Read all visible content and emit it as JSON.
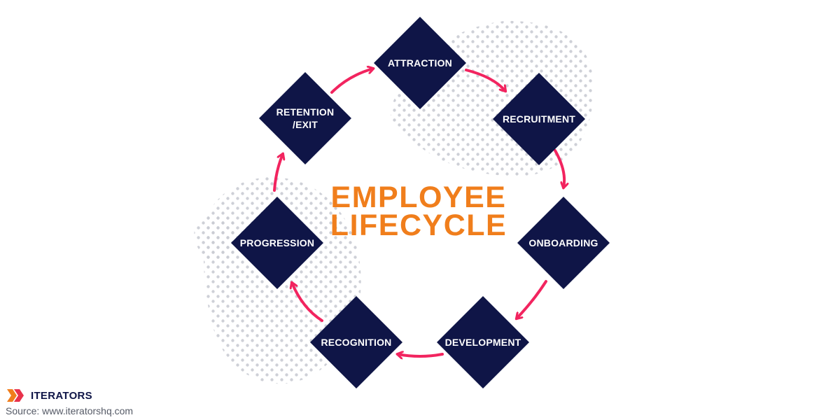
{
  "title": {
    "line1": "EMPLOYEE",
    "line2": "LIFECYCLE"
  },
  "nodes": [
    {
      "id": "attraction",
      "lines": [
        "ATTRACTION"
      ]
    },
    {
      "id": "recruitment",
      "lines": [
        "RECRUITMENT"
      ]
    },
    {
      "id": "onboarding",
      "lines": [
        "ONBOARDING"
      ]
    },
    {
      "id": "development",
      "lines": [
        "DEVELOPMENT"
      ]
    },
    {
      "id": "recognition",
      "lines": [
        "RECOGNITION"
      ]
    },
    {
      "id": "progression",
      "lines": [
        "PROGRESSION"
      ]
    },
    {
      "id": "retention-exit",
      "lines": [
        "RETENTION",
        "/EXIT"
      ]
    }
  ],
  "cycle_direction": "clockwise",
  "logo": {
    "name": "ITERATORS",
    "icon": "iterators-chevron-icon"
  },
  "source": "Source: www.iteratorshq.com",
  "colors": {
    "diamond": "#0f1547",
    "arrow": "#f2245f",
    "title": "#f07e1c",
    "dots": "#c9cbd3",
    "logo_orange": "#f07e1c",
    "logo_red": "#e8324b"
  }
}
